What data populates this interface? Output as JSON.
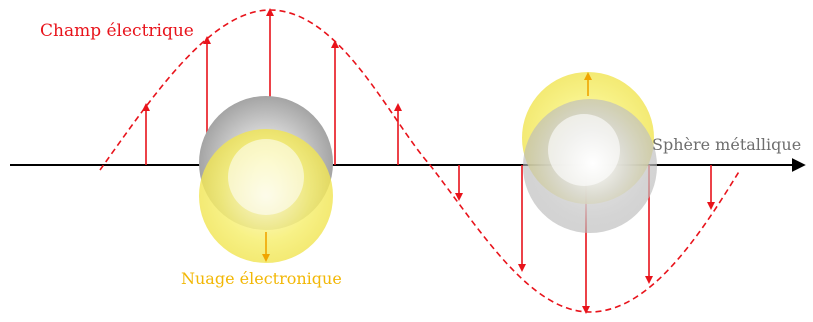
{
  "labels": {
    "field": "Champ électrique",
    "sphere": "Sphère métallique",
    "cloud": "Nuage électronique"
  },
  "colors": {
    "field": "#e8131b",
    "sphere_text": "#6e6e6e",
    "cloud_text": "#f2b705",
    "axis": "#000000",
    "sphere": "#a9a9a9",
    "cloud": "#f3ec55",
    "cloud_arrow": "#f0a500"
  },
  "diagram": {
    "wave": "sinusoidal electric field (dashed)",
    "field_arrows": [
      "up",
      "up",
      "up",
      "up",
      "up",
      "down",
      "down",
      "down",
      "down",
      "down"
    ],
    "spheres": [
      {
        "name": "sphere-left",
        "cloud_shift": "down"
      },
      {
        "name": "sphere-right",
        "cloud_shift": "up"
      }
    ]
  }
}
